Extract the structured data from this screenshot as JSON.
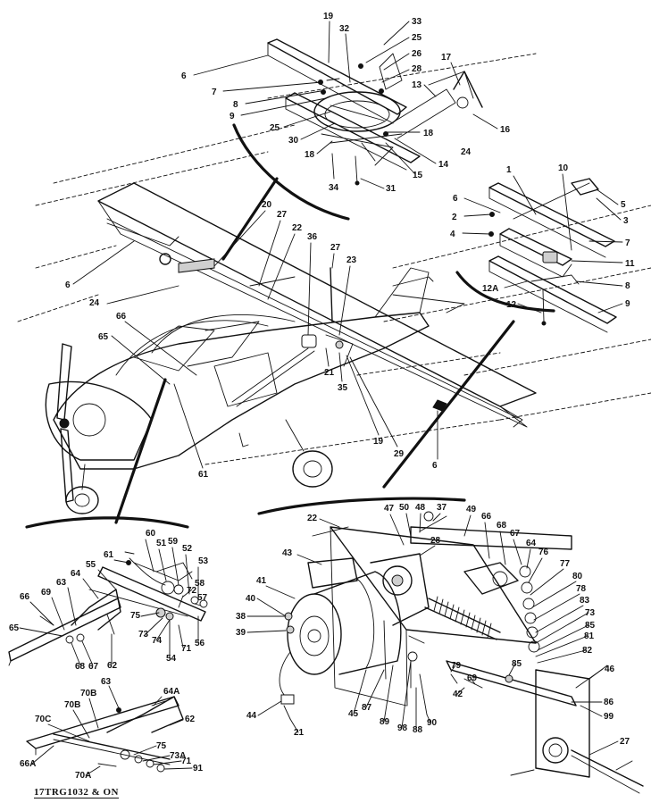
{
  "document_ref": "17TRG1032 & ON",
  "callouts": {
    "top": [
      "19",
      "32",
      "33",
      "25",
      "26",
      "28",
      "6",
      "7",
      "8",
      "9",
      "25",
      "30",
      "17",
      "13",
      "16",
      "18",
      "24",
      "14",
      "15",
      "18",
      "34",
      "31"
    ],
    "wing": [
      "20",
      "27",
      "22",
      "36",
      "27",
      "23",
      "6",
      "24",
      "66",
      "65",
      "21",
      "35",
      "19",
      "29",
      "6",
      "61"
    ],
    "right": [
      "1",
      "10",
      "6",
      "2",
      "4",
      "5",
      "3",
      "7",
      "11",
      "12A",
      "8",
      "9",
      "12"
    ],
    "left": [
      "60",
      "61",
      "51",
      "59",
      "52",
      "53",
      "55",
      "64",
      "63",
      "58",
      "57",
      "66",
      "69",
      "75",
      "72",
      "65",
      "73",
      "74",
      "54",
      "71",
      "56",
      "68",
      "67",
      "62"
    ],
    "motor": [
      "22",
      "47",
      "50",
      "48",
      "37",
      "49",
      "28",
      "43",
      "66",
      "68",
      "67",
      "64",
      "76",
      "77",
      "80",
      "78",
      "83",
      "41",
      "40",
      "38",
      "39",
      "73",
      "85",
      "81",
      "82",
      "79",
      "69",
      "85",
      "46",
      "86",
      "99",
      "87",
      "89",
      "98",
      "88",
      "90",
      "42",
      "45",
      "44",
      "21",
      "27"
    ],
    "lower": [
      "63",
      "64A",
      "70B",
      "62",
      "70B",
      "70C",
      "75",
      "73A",
      "66A",
      "70A",
      "71",
      "91"
    ]
  }
}
